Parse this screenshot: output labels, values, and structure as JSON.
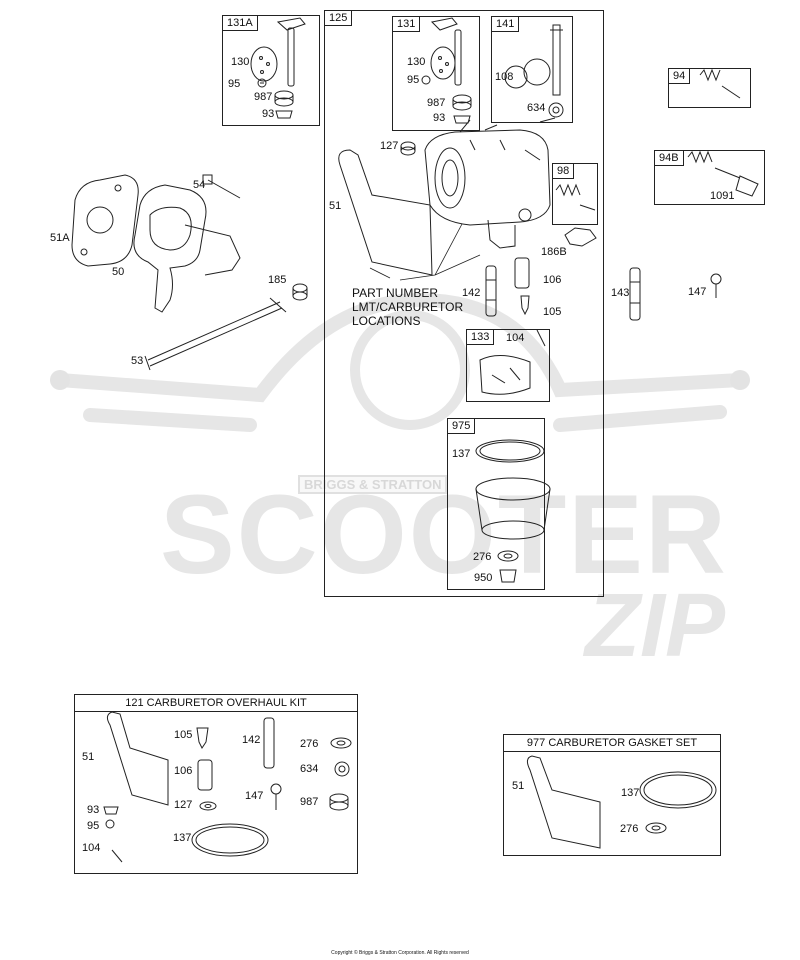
{
  "watermark": {
    "main": "SCOOTER",
    "script": "ZIP",
    "badge": "BRIGGS & STRATTON"
  },
  "groups": {
    "g131A": "131A",
    "g125": "125",
    "g131": "131",
    "g141": "141",
    "g94": "94",
    "g94B": "94B",
    "g98": "98",
    "g133": "133",
    "g975": "975"
  },
  "note": {
    "line1": "PART NUMBER",
    "line2": "LMT/CARBURETOR",
    "line3": "LOCATIONS"
  },
  "labels": {
    "l130a": "130",
    "l95a": "95",
    "l987a": "987",
    "l93a": "93",
    "l54": "54",
    "l51A": "51A",
    "l50": "50",
    "l185": "185",
    "l53": "53",
    "l130b": "130",
    "l95b": "95",
    "l987b": "987",
    "l93b": "93",
    "l108": "108",
    "l634": "634",
    "l127": "127",
    "l51": "51",
    "l186B": "186B",
    "l106": "106",
    "l142": "142",
    "l105": "105",
    "l104": "104",
    "l137": "137",
    "l276": "276",
    "l950": "950",
    "l1091": "1091",
    "l143": "143",
    "l147": "147"
  },
  "kit121": {
    "title": "121 CARBURETOR OVERHAUL KIT",
    "labels": {
      "k51": "51",
      "k105": "105",
      "k106": "106",
      "k127": "127",
      "k93": "93",
      "k95": "95",
      "k104": "104",
      "k137": "137",
      "k142": "142",
      "k147": "147",
      "k276": "276",
      "k634": "634",
      "k987": "987"
    }
  },
  "kit977": {
    "title": "977 CARBURETOR GASKET SET",
    "labels": {
      "g51": "51",
      "g137": "137",
      "g276": "276"
    }
  },
  "copyright": "Copyright © Briggs & Stratton Corporation. All Rights reserved"
}
